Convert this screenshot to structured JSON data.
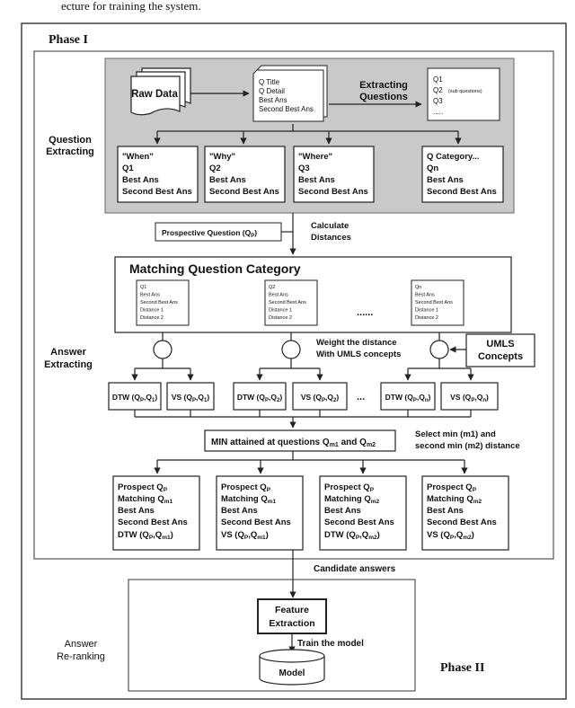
{
  "caption": "ecture for training the system.",
  "phase1_label": "Phase I",
  "phase2_label": "Phase II",
  "side_labels": {
    "question_extracting": [
      "Question",
      "Extracting"
    ],
    "answer_extracting": [
      "Answer",
      "Extracting"
    ],
    "answer_reranking": [
      "Answer",
      "Re-ranking"
    ]
  },
  "raw_data": "Raw Data",
  "q_fields": [
    "Q Title",
    "Q Detail",
    "Best Ans",
    "Second Best Ans"
  ],
  "extracting_questions": [
    "Extracting",
    "Questions"
  ],
  "subq_list": [
    "Q1",
    "Q2",
    "(sub questions)",
    "Q3",
    "....."
  ],
  "categories": [
    [
      "\"When\"",
      "Q1",
      "Best Ans",
      "Second Best Ans"
    ],
    [
      "\"Why\"",
      "Q2",
      "Best Ans",
      "Second Best Ans"
    ],
    [
      "\"Where\"",
      "Q3",
      "Best Ans",
      "Second Best Ans"
    ],
    [
      "Q Category...",
      "Qn",
      "Best Ans",
      "Second Best Ans"
    ]
  ],
  "prospective_question": "Prospective Question (Q",
  "prospective_sub": "P",
  "calculate_distances": [
    "Calculate",
    "Distances"
  ],
  "matching_title": "Matching Question Category",
  "mini_cards": [
    [
      "Q1",
      "Best Ans",
      "Second Best Ans",
      "Distance 1",
      "Distance 2"
    ],
    [
      "Q2",
      "Best Ans",
      "Second Best Ans",
      "Distance 1",
      "Distance 2"
    ],
    [
      "Qn",
      "Best Ans",
      "Second Best Ans",
      "Distance 1",
      "Distance 2"
    ]
  ],
  "ellipsis": "......",
  "weight_text": [
    "Weight the distance",
    "With UMLS concepts"
  ],
  "umls": [
    "UMLS",
    "Concepts"
  ],
  "distance_boxes": [
    {
      "fn": "DTW (Q",
      "a": "P",
      "b": "1"
    },
    {
      "fn": "VS (Q",
      "a": "P",
      "b": "1"
    },
    {
      "fn": "DTW (Q",
      "a": "P",
      "b": "2"
    },
    {
      "fn": "VS (Q",
      "a": "P",
      "b": "2"
    },
    {
      "fn": "DTW (Q",
      "a": "P",
      "b": "n"
    },
    {
      "fn": "VS (Q",
      "a": "P",
      "b": "n"
    }
  ],
  "dots": "...",
  "min_box": {
    "text": "MIN attained at questions Q",
    "s1": "m1",
    "mid": " and Q",
    "s2": "m2"
  },
  "select_min": [
    "Select min (m1) and",
    "second min (m2) distance"
  ],
  "results": [
    [
      "Prospect Q",
      "Matching Q",
      "Best Ans",
      "Second Best Ans",
      "DTW (Q",
      "m1",
      "P",
      "P,Qm1)"
    ],
    [
      "Prospect Q",
      "Matching Q",
      "Best Ans",
      "Second Best Ans",
      "VS  (Q",
      "m1",
      "P",
      "P,Qm1)"
    ],
    [
      "Prospect Q",
      "Matching Q",
      "Best Ans",
      "Second Best Ans",
      "DTW (Q",
      "m2",
      "P",
      "P, Qm2)"
    ],
    [
      "Prospect Q",
      "Matching Q",
      "Best Ans",
      "Second Best Ans",
      "VS  (Q",
      "m2",
      "P",
      "P,Qm2)"
    ]
  ],
  "candidate_answers": "Candidate answers",
  "feature_extraction": [
    "Feature",
    "Extraction"
  ],
  "train_model": "Train the model",
  "model": "Model"
}
